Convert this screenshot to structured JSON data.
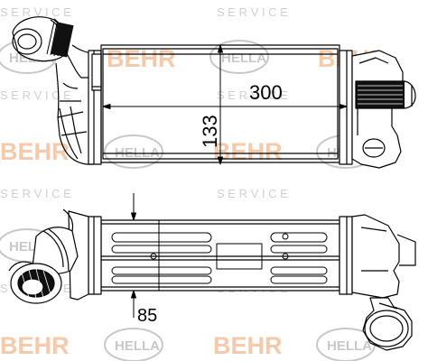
{
  "watermark": {
    "behr": "BEHR",
    "hella": "HELLA",
    "service": "S  E  R  V  I  C  E",
    "colors": {
      "behr": "#f6c9a8",
      "hella": "#c8c8c8",
      "service": "#cfcfcf"
    }
  },
  "dimensions": {
    "length": "300",
    "height": "133",
    "depth": "85"
  },
  "colors": {
    "line": "#000000",
    "background": "#ffffff"
  }
}
